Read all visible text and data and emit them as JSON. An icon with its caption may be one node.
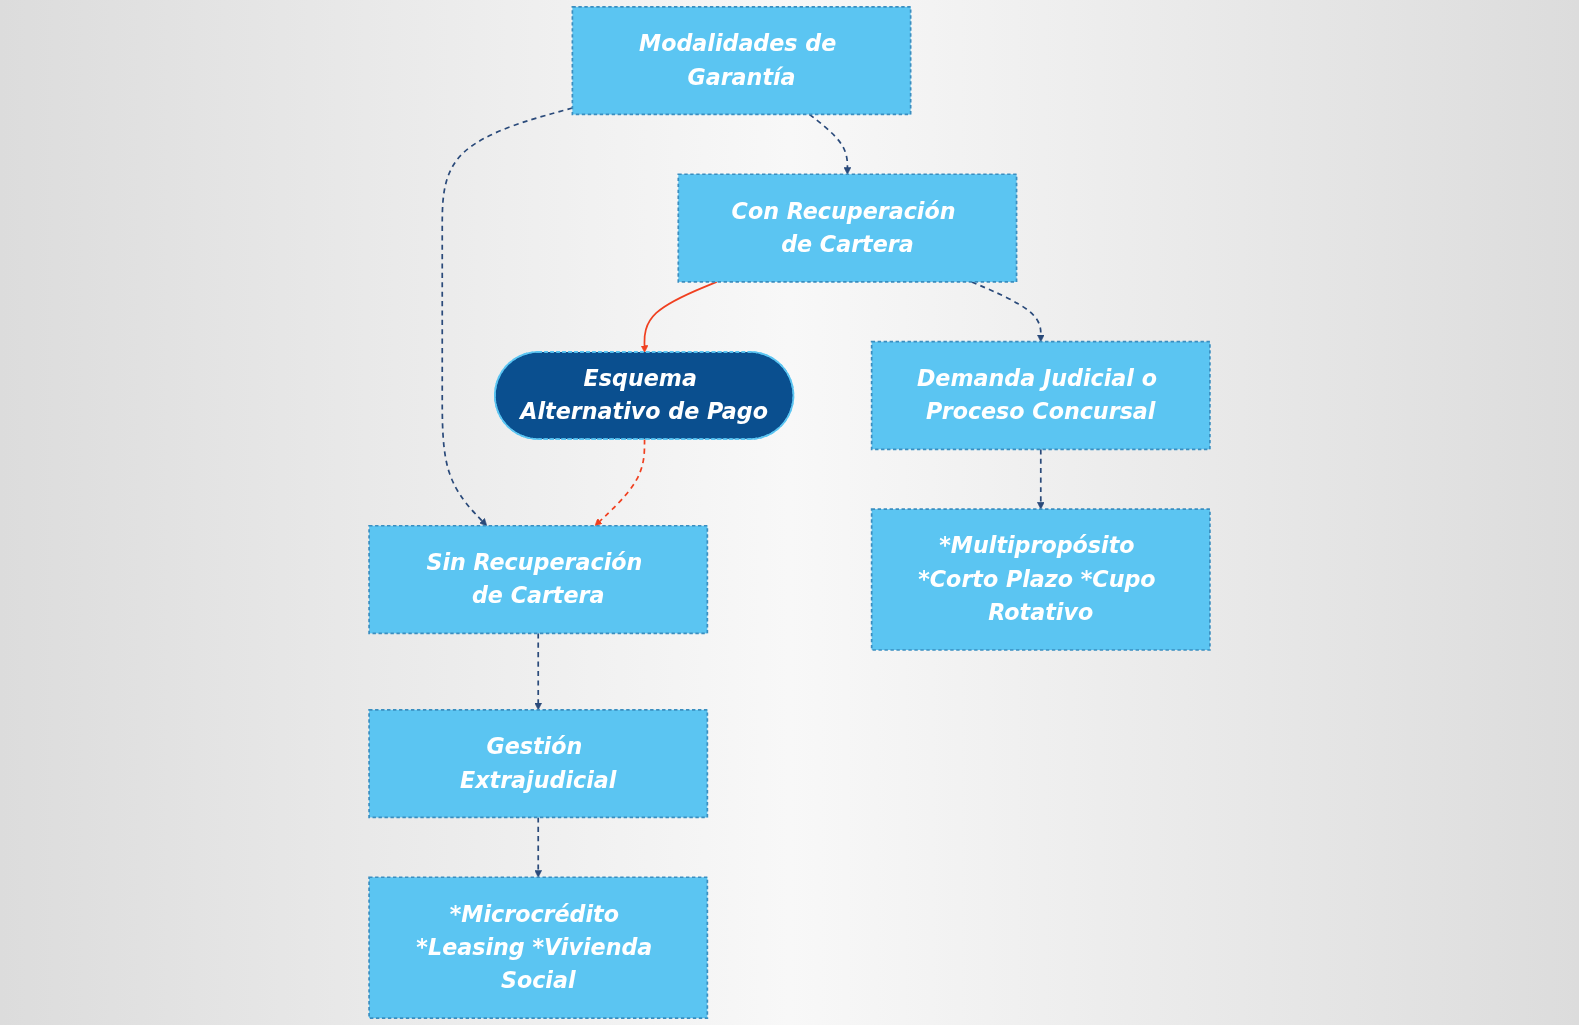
{
  "diagram": {
    "nodes": [
      {
        "text": [
          "Modalidades de Garantía"
        ]
      },
      {
        "text": [
          "Con Recuperación de Cartera"
        ]
      },
      {
        "text": [
          "Sin Recuperación de Cartera"
        ]
      },
      {
        "text": [
          "Demanda Judicial o Proceso Concursal"
        ]
      },
      {
        "text": [
          "Esquema Alternativo de Pago"
        ]
      },
      {
        "text": [
          "Gestión Extrajudicial"
        ]
      },
      {
        "text": [
          "*Multipropósito *Corto Plazo *Cupo Rotativo"
        ]
      },
      {
        "text": [
          "*Microcrédito *Leasing *Vivienda Social"
        ]
      }
    ],
    "edges": [
      {
        "from": 0,
        "to": 1,
        "arrow": "to",
        "style": "dashed"
      },
      {
        "from": 0,
        "to": 2,
        "arrow": "to",
        "style": "dashed"
      },
      {
        "from": 1,
        "to": 3,
        "arrow": "to",
        "style": "dashed"
      },
      {
        "from": 1,
        "to": 4,
        "arrow": "to",
        "color": "#f04020"
      },
      {
        "from": 4,
        "to": 2,
        "arrow": "to",
        "style": "dashed",
        "color": "#f04020"
      },
      {
        "from": 2,
        "to": 5,
        "arrow": "to",
        "style": "dashed"
      },
      {
        "from": 3,
        "to": 6,
        "arrow": "to",
        "style": "dashed"
      },
      {
        "from": 5,
        "to": 7,
        "arrow": "to",
        "style": "dashed"
      }
    ]
  }
}
